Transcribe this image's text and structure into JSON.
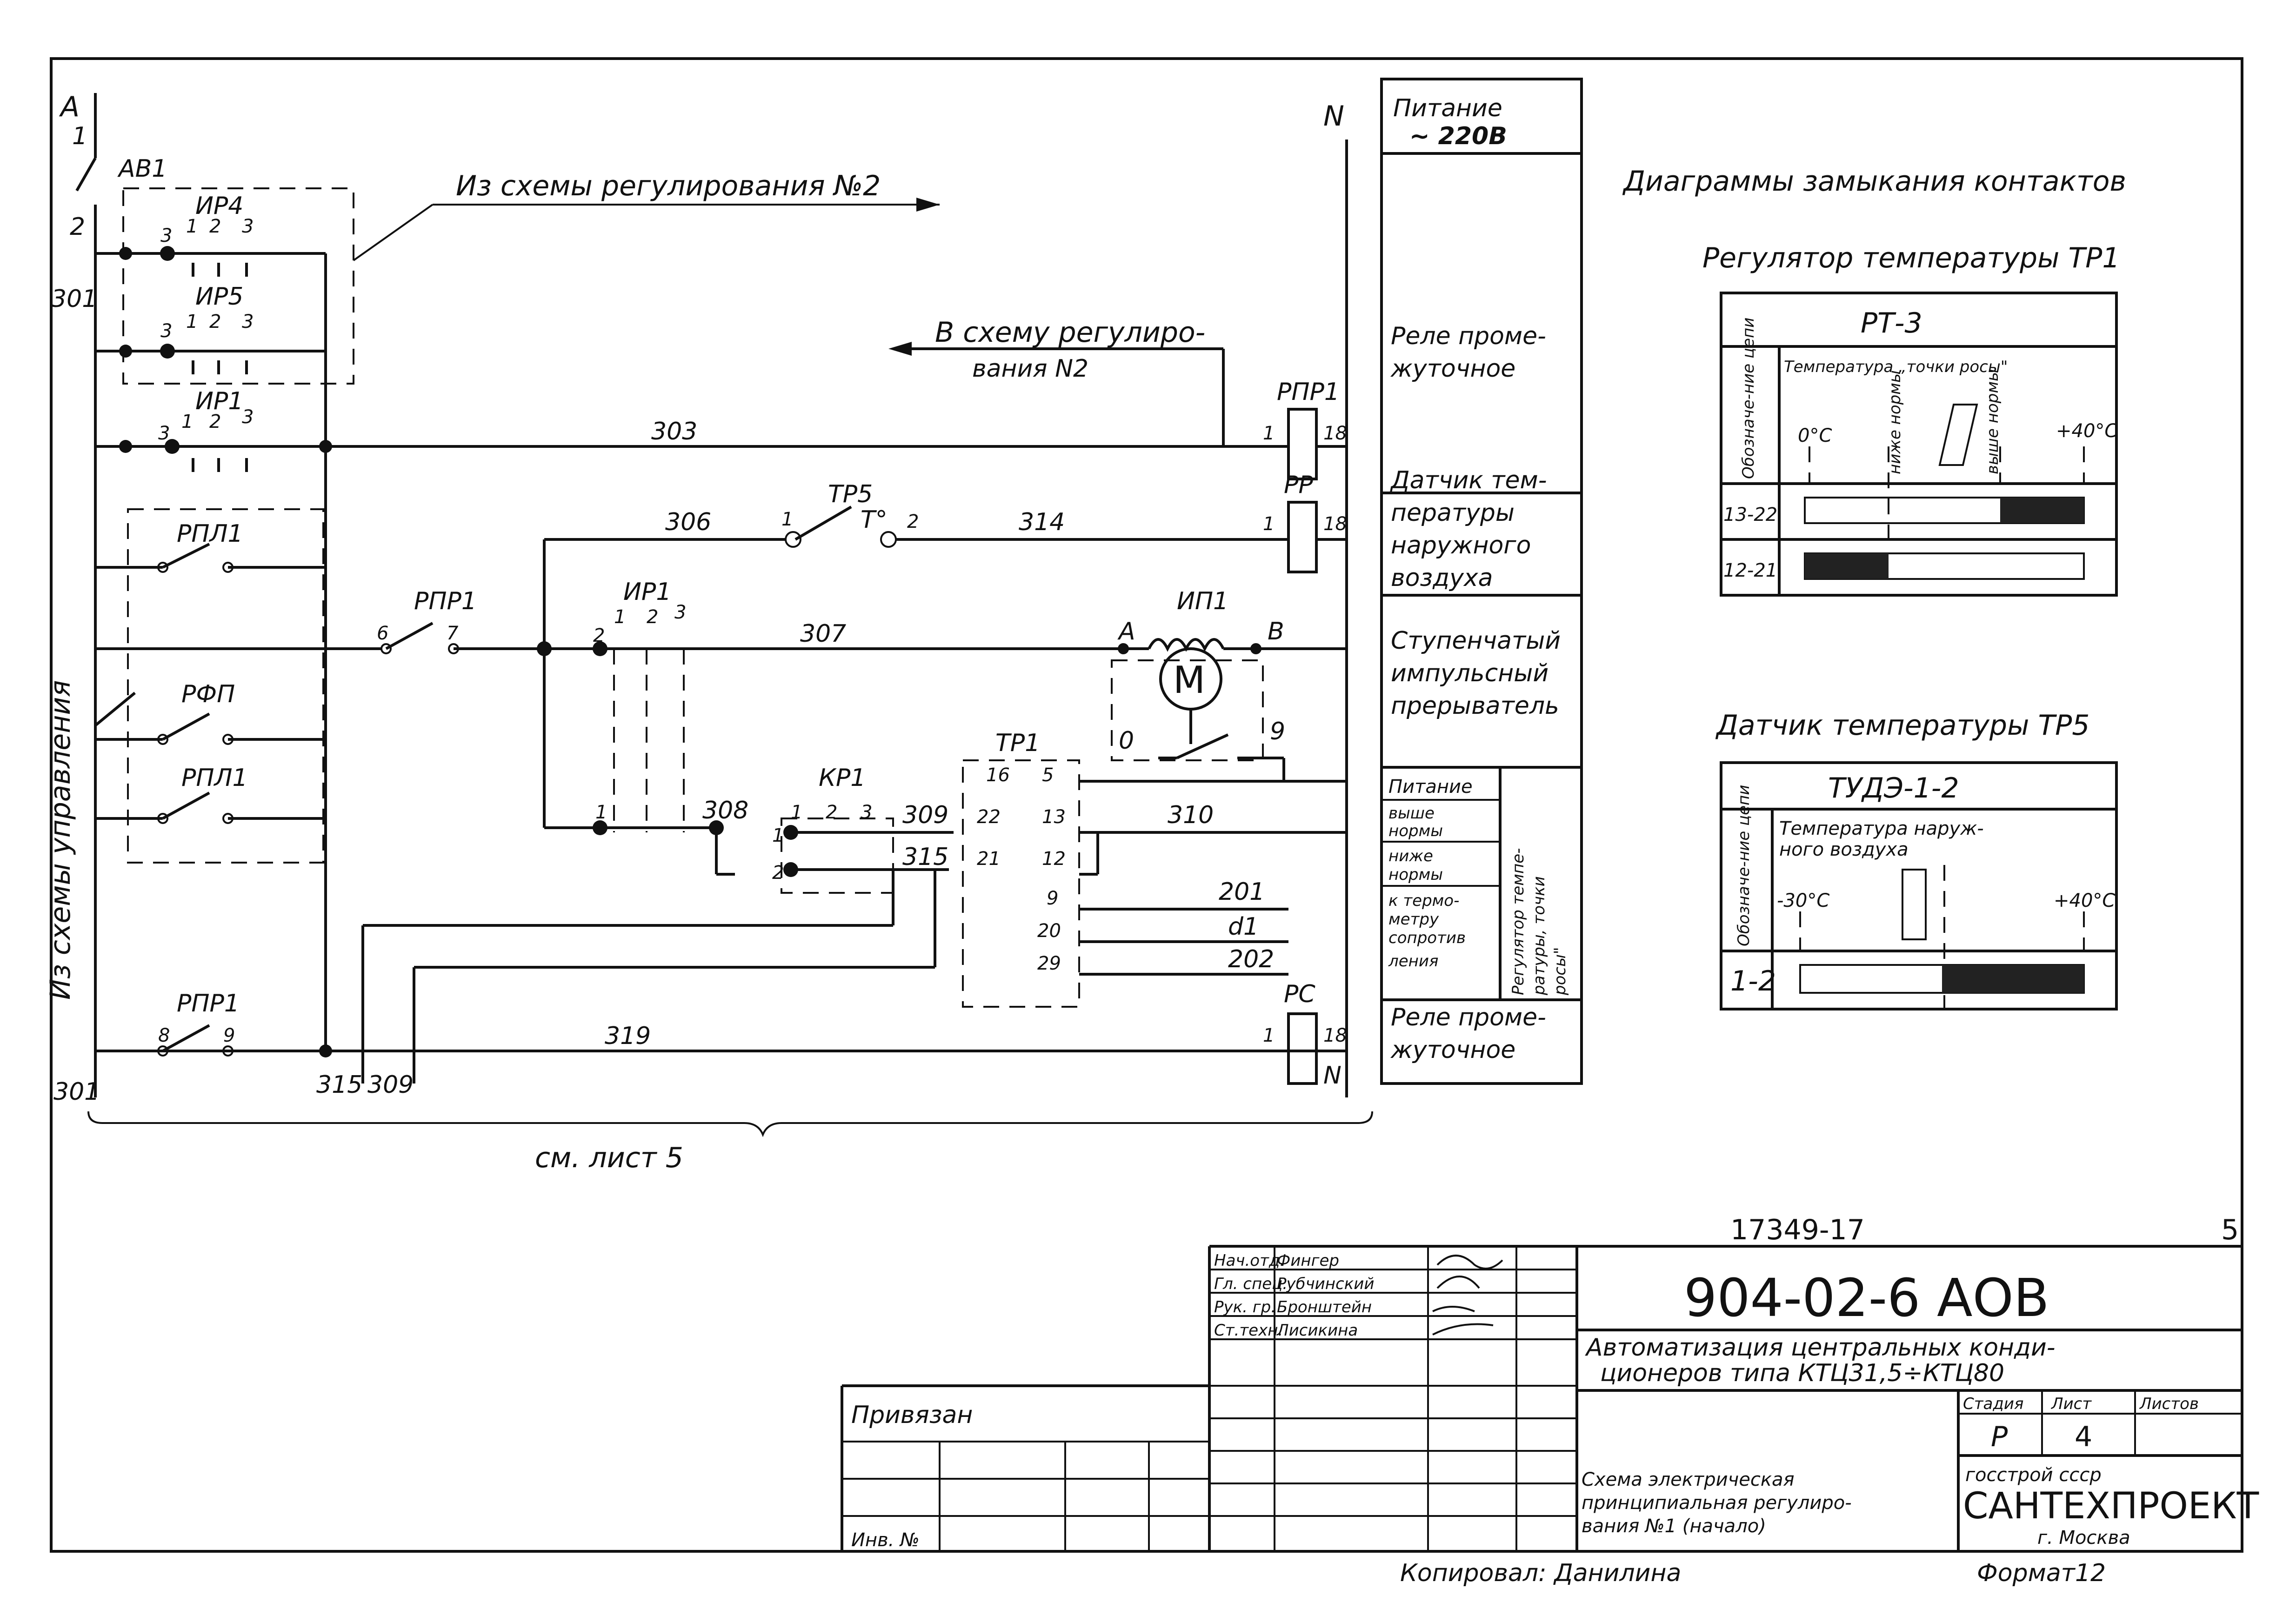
{
  "rails": {
    "left_phase": "A",
    "neutral": "N",
    "left_wire_top": "1",
    "left_wire_2": "2",
    "left_wire_301a": "301",
    "left_wire_301b": "301"
  },
  "breaker": {
    "label": "АВ1"
  },
  "contacts": {
    "ir4": {
      "label": "ИР4",
      "pins": [
        "3",
        "1",
        "2",
        "3"
      ]
    },
    "ir5": {
      "label": "ИР5",
      "pins": [
        "3",
        "1",
        "2",
        "3"
      ]
    },
    "ir1a": {
      "label": "ИР1",
      "pins": [
        "3",
        "1",
        "2",
        "3"
      ]
    },
    "rpl1a": {
      "label": "РПЛ1"
    },
    "rpr1a": {
      "label": "РПР1",
      "pins": [
        "6",
        "7"
      ]
    },
    "rfp": {
      "label": "РФП"
    },
    "rpl1b": {
      "label": "РПЛ1"
    },
    "rpr1b": {
      "label": "РПР1",
      "pins": [
        "8",
        "9"
      ]
    },
    "ir1b": {
      "label": "ИР1",
      "pins": [
        "2",
        "1",
        "2",
        "3",
        "1"
      ]
    },
    "kr1": {
      "label": "КР1",
      "pins": [
        "1",
        "2",
        "3",
        "1",
        "2"
      ]
    },
    "tp5": {
      "label": "ТР5",
      "pins": [
        "1",
        "2"
      ],
      "symbol": "T°"
    },
    "tr1": {
      "label": "ТР1",
      "pins": [
        "16",
        "5",
        "22",
        "13",
        "21",
        "12",
        "9",
        "20",
        "29"
      ]
    }
  },
  "wires": [
    "303",
    "306",
    "314",
    "307",
    "308",
    "309",
    "315",
    "310",
    "201",
    "d1",
    "202",
    "319",
    "315",
    "309"
  ],
  "coils": {
    "rpr1": {
      "label": "РПР1",
      "pins": [
        "1",
        "18"
      ]
    },
    "rr": {
      "label": "РР",
      "pins": [
        "1",
        "18"
      ]
    },
    "rs": {
      "label": "РС",
      "pins": [
        "1",
        "18"
      ],
      "bottom": "N"
    }
  },
  "motor": {
    "label": "ИП1",
    "symbol": "М",
    "pins": [
      "А",
      "В",
      "0",
      "9"
    ]
  },
  "annotations": {
    "from_scheme2": "Из схемы регулирования №2",
    "to_scheme2_line1": "В схему регулиро-",
    "to_scheme2_line2": "вания N2",
    "control_from": "Из схемы управления",
    "see_sheet": "см. лист 5"
  },
  "legend": {
    "header": [
      "Питание",
      "~ 220В"
    ],
    "rows": [
      [
        "Реле проме-",
        "жуточное"
      ],
      [
        "Датчик тем-",
        "пературы",
        "наружного",
        "воздуха"
      ],
      [
        "Ступенчатый",
        "импульсный",
        "прерыватель"
      ]
    ],
    "sub_left": [
      "Питание",
      "выше",
      "нормы",
      "ниже",
      "нормы",
      "к термо-",
      "метру",
      "сопротив",
      "ления"
    ],
    "sub_right": [
      "Регулятор темпе-",
      "ратуры, точки",
      "росы\""
    ],
    "last": [
      "Реле проме-",
      "жуточное"
    ]
  },
  "diagrams": {
    "title": "Диаграммы замыкания контактов",
    "d1": {
      "caption": "Регулятор температуры ТР1",
      "device": "РТ-3",
      "col_header": "Обозначе-ние цепи",
      "scale_title": "Температура „точки росы\"",
      "scale": [
        "0°С",
        "ниже нормы",
        "выше нормы",
        "+40°С"
      ],
      "rows": [
        {
          "circuit": "13-22",
          "closed_from": 0.7,
          "closed_to": 1.0
        },
        {
          "circuit": "12-21",
          "closed_from": 0.0,
          "closed_to": 0.3
        }
      ]
    },
    "d2": {
      "caption": "Датчик температуры ТР5",
      "device": "ТУДЭ-1-2",
      "col_header": "Обозначе-ние цепи",
      "scale_title_1": "Температура наруж-",
      "scale_title_2": "ного воздуха",
      "scale": [
        "-30°С",
        "+40°С"
      ],
      "rows": [
        {
          "circuit": "1-2",
          "closed_from": 0.5,
          "closed_to": 1.0
        }
      ]
    }
  },
  "title_block": {
    "top_code": "17349-17",
    "page": "5",
    "number": "904-02-6 АОВ",
    "staff": [
      [
        "Нач.отд.",
        "Фингер"
      ],
      [
        "Гл. спец.",
        "Рубчинский"
      ],
      [
        "Рук. гр.",
        "Бронштейн"
      ],
      [
        "Ст.техн.",
        "Лисикина"
      ]
    ],
    "title_1": "Автоматизация центральных конди-",
    "title_2": "ционеров типа КТЦ31,5÷КТЦ80",
    "stage_hdr": [
      "Стадия",
      "Лист",
      "Листов"
    ],
    "stage": [
      "Р",
      "4",
      ""
    ],
    "doc_1": "Схема электрическая",
    "doc_2": "принципиальная регулиро-",
    "doc_3": "вания №1 (начало)",
    "org_1": "госстрой ссср",
    "org_2": "САНТЕХПРОЕКТ",
    "org_3": "г. Москва",
    "linked": "Привязан",
    "inv": "Инв. №",
    "copied": "Копировал: Данилина",
    "format": "Формат12"
  }
}
